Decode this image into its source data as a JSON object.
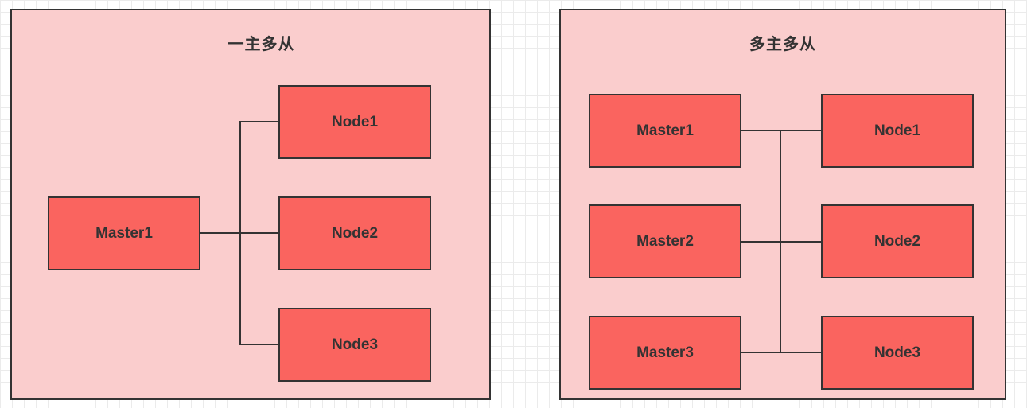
{
  "colors": {
    "canvas_bg": "#ffffff",
    "grid_line": "#ebebeb",
    "panel_fill": "#facdcd",
    "box_fill": "#fa645f",
    "stroke": "#333333",
    "text": "#333333"
  },
  "left_panel": {
    "title": "一主多从",
    "master": "Master1",
    "nodes": [
      "Node1",
      "Node2",
      "Node3"
    ]
  },
  "right_panel": {
    "title": "多主多从",
    "masters": [
      "Master1",
      "Master2",
      "Master3"
    ],
    "nodes": [
      "Node1",
      "Node2",
      "Node3"
    ]
  }
}
